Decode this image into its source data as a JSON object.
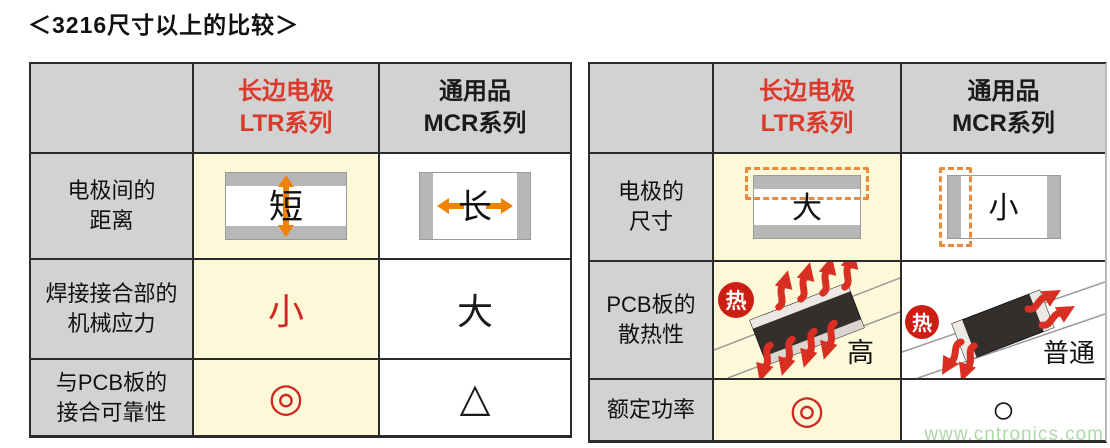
{
  "title": "＜3216尺寸以上的比较＞",
  "watermark": "www.cntronics.com",
  "colors": {
    "accent_red": "#d93a2b",
    "highlight_yellow": "#fcf8d8",
    "cell_gray": "#d2d2d2",
    "arrow_orange": "#ef8200",
    "heat_red": "#d92f23",
    "watermark_green": "#aed9a8"
  },
  "left_table": {
    "header": {
      "ltr_line1": "长边电极",
      "ltr_line2": "LTR系列",
      "mcr_line1": "通用品",
      "mcr_line2": "MCR系列"
    },
    "rows": [
      {
        "label1": "电极间的",
        "label2": "距离",
        "ltr": "短",
        "mcr": "长"
      },
      {
        "label1": "焊接接合部的",
        "label2": "机械应力",
        "ltr": "小",
        "mcr": "大"
      },
      {
        "label1": "与PCB板的",
        "label2": "接合可靠性",
        "ltr": "◎",
        "mcr": "△"
      }
    ]
  },
  "right_table": {
    "header": {
      "ltr_line1": "长边电极",
      "ltr_line2": "LTR系列",
      "mcr_line1": "通用品",
      "mcr_line2": "MCR系列"
    },
    "rows": [
      {
        "label1": "电极的",
        "label2": "尺寸",
        "ltr": "大",
        "mcr": "小"
      },
      {
        "label1": "PCB板的",
        "label2": "散热性",
        "ltr": "高",
        "mcr": "普通",
        "badge": "热"
      },
      {
        "label1": "额定功率",
        "ltr": "◎",
        "mcr": "○"
      }
    ]
  }
}
